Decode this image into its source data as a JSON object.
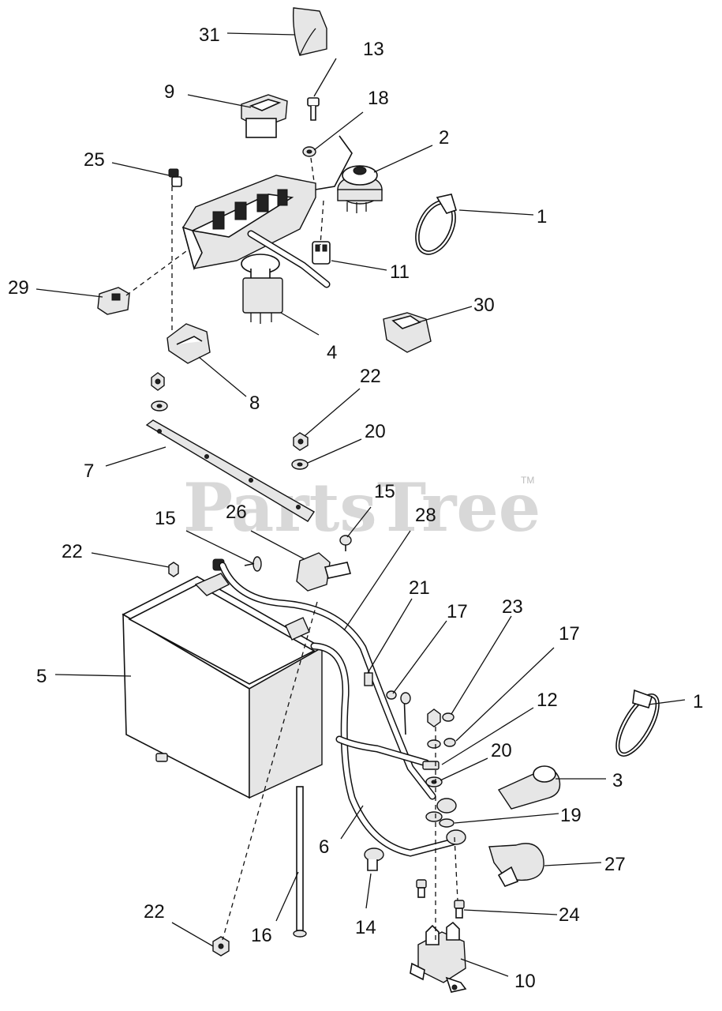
{
  "watermark": {
    "text": "PartsTree",
    "trademark": "TM"
  },
  "callouts": {
    "c31": "31",
    "c13": "13",
    "c9": "9",
    "c18": "18",
    "c2": "2",
    "c25": "25",
    "c1a": "1",
    "c11": "11",
    "c29": "29",
    "c30": "30",
    "c4": "4",
    "c22a": "22",
    "c8": "8",
    "c20a": "20",
    "c7": "7",
    "c15a": "15",
    "c26": "26",
    "c15b": "15",
    "c28": "28",
    "c22b": "22",
    "c21": "21",
    "c17a": "17",
    "c23": "23",
    "c17b": "17",
    "c5": "5",
    "c12": "12",
    "c1b": "1",
    "c20b": "20",
    "c3": "3",
    "c19": "19",
    "c6": "6",
    "c27": "27",
    "c22c": "22",
    "c16": "16",
    "c14": "14",
    "c24": "24",
    "c10": "10"
  }
}
